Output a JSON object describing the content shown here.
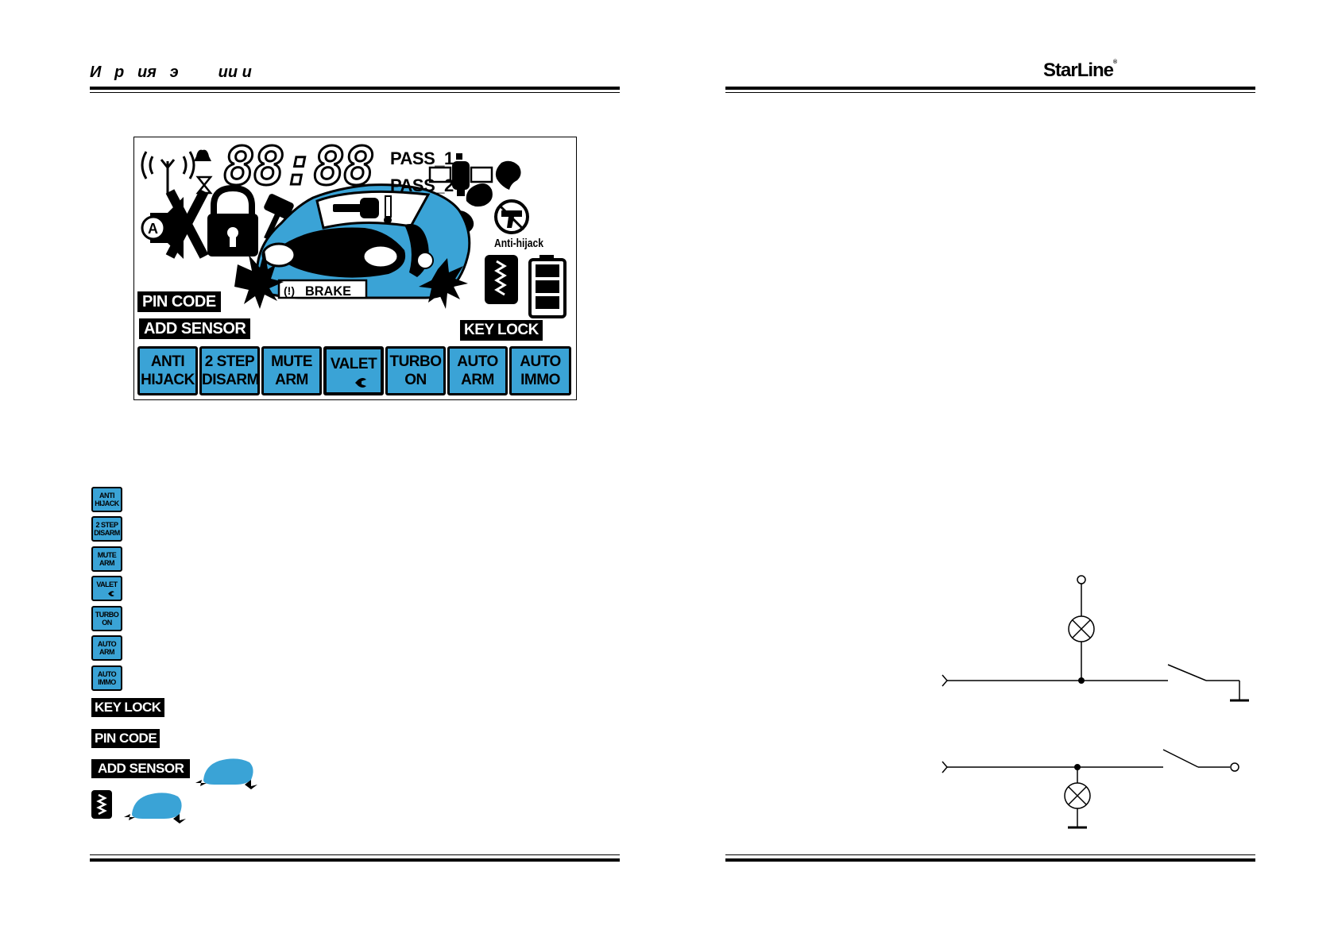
{
  "header": {
    "title": "И   р   ия   э         ии и",
    "brand": "StarLine",
    "brand_mark": "®"
  },
  "lcd": {
    "clock": "88:88",
    "pass1": "PASS_1",
    "pass2": "PASS_2",
    "anti_hijack_label": "Anti-hijack",
    "brake_label": "BRAKE",
    "pin_code": "PIN CODE",
    "add_sensor": "ADD SENSOR",
    "key_lock": "KEY LOCK",
    "buttons": [
      {
        "line1": "ANTI",
        "line2": "HIJACK"
      },
      {
        "line1": "2 STEP",
        "line2": "DISARM"
      },
      {
        "line1": "MUTE",
        "line2": "ARM"
      },
      {
        "line1": "VALET",
        "line2": ""
      },
      {
        "line1": "TURBO",
        "line2": "ON"
      },
      {
        "line1": "AUTO",
        "line2": "ARM"
      },
      {
        "line1": "AUTO",
        "line2": "IMMO"
      }
    ]
  },
  "legend": {
    "icons": [
      {
        "line1": "ANTI",
        "line2": "HIJACK"
      },
      {
        "line1": "2 STEP",
        "line2": "DISARM"
      },
      {
        "line1": "MUTE",
        "line2": "ARM"
      },
      {
        "line1": "VALET",
        "line2": ""
      },
      {
        "line1": "TURBO",
        "line2": "ON"
      },
      {
        "line1": "AUTO",
        "line2": "ARM"
      },
      {
        "line1": "AUTO",
        "line2": "IMMO"
      }
    ],
    "key_lock": "KEY LOCK",
    "pin_code": "PIN CODE",
    "add_sensor": "ADD SENSOR"
  },
  "colors": {
    "accent": "#3aa3d6",
    "ink": "#000000"
  }
}
